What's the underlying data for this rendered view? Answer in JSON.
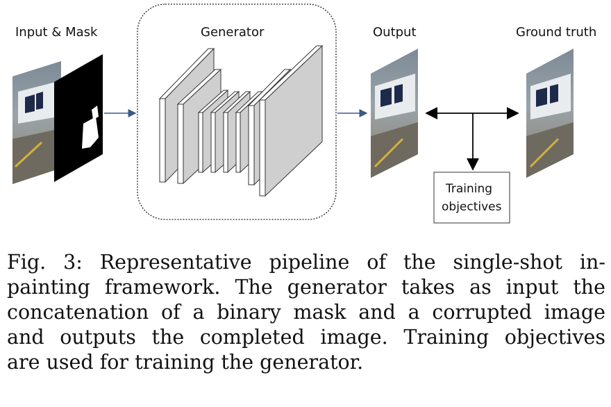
{
  "labels": {
    "input_mask": "Input & Mask",
    "generator": "Generator",
    "output": "Output",
    "ground_truth": "Ground truth",
    "training_objectives_line1": "Training",
    "training_objectives_line2": "objectives"
  },
  "caption": {
    "lines": [
      "Fig. 3: Representative pipeline of the single-shot in-",
      "painting framework. The generator takes as input the",
      "concatenation of a binary mask and a corrupted image",
      "and outputs the completed image. Training objectives",
      "are used for training the generator."
    ]
  },
  "colors": {
    "arrow_blue": "#3a5a8a",
    "layer_front": "#ffffff",
    "layer_side": "#cfcfcf",
    "mask_black": "#000000"
  }
}
